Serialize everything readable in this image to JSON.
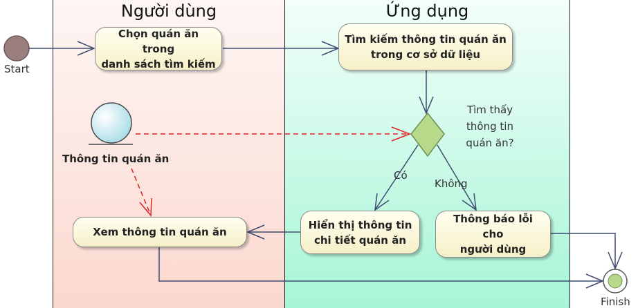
{
  "lanes": {
    "user": "Người dùng",
    "app": "Ứng dụng"
  },
  "nodes": {
    "start": "Start",
    "finish": "Finish",
    "choose": "Chọn quán ăn trong\ndanh sách tìm kiếm",
    "search": "Tìm kiếm thông tin quán ăn\ntrong cơ sở dữ liệu",
    "decision_question": "Tìm thấy\nthông tin\nquán ăn?",
    "object": "Thông tin quán ăn",
    "view": "Xem thông tin quán ăn",
    "show_detail": "Hiển thị thông tin\nchi tiết quán ăn",
    "error": "Thông báo lỗi cho\nngười dùng"
  },
  "guards": {
    "yes": "Có",
    "no": "Không"
  },
  "colors": {
    "flow": "#3d4b70",
    "object_flow": "#e02020",
    "decision_fill": "#b7d98a",
    "start_fill": "#9b7f7f"
  }
}
